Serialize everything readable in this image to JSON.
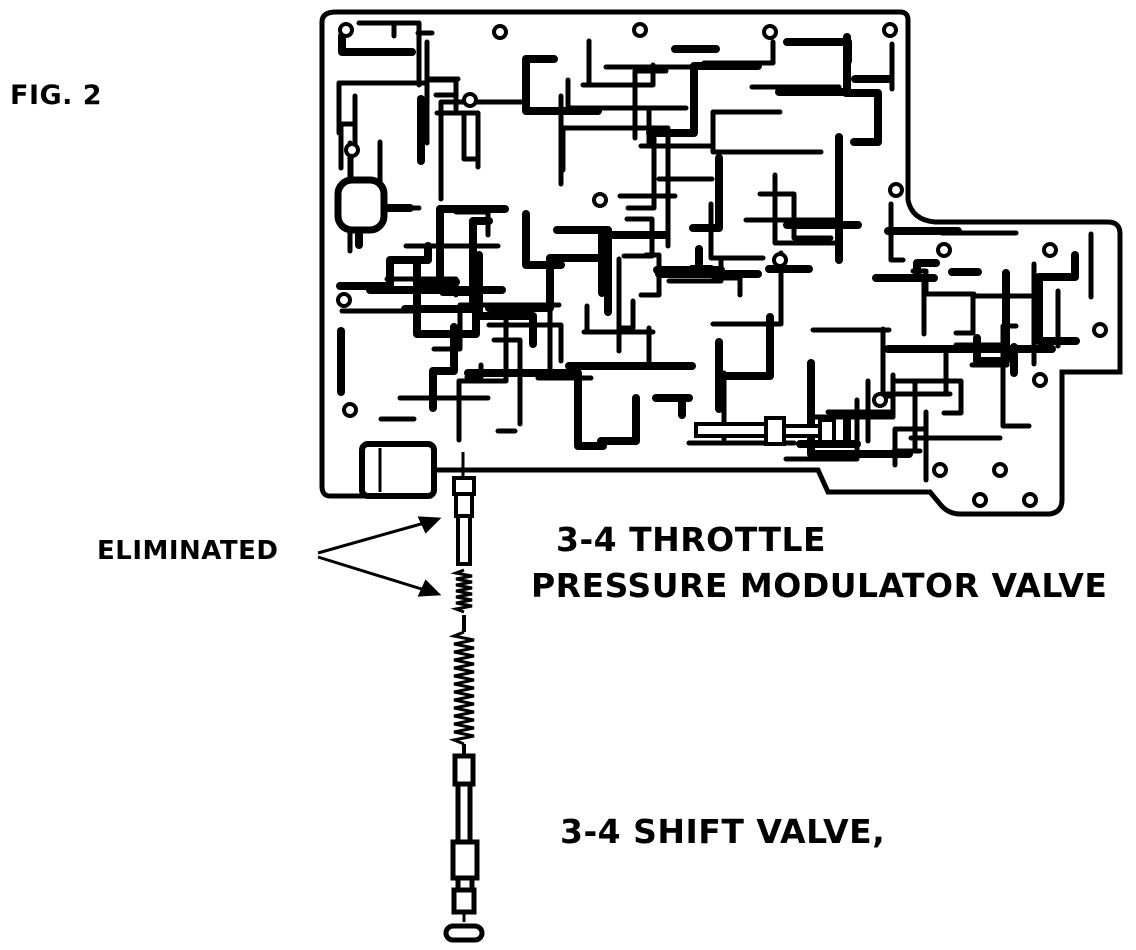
{
  "figure_label": "FIG. 2",
  "labels": {
    "eliminated": "ELIMINATED",
    "throttle_line1": "3-4 THROTTLE",
    "throttle_line2": "PRESSURE MODULATOR VALVE",
    "shift_valve": "3-4 SHIFT VALVE,"
  },
  "colors": {
    "ink": "#000000",
    "paper": "#ffffff"
  }
}
